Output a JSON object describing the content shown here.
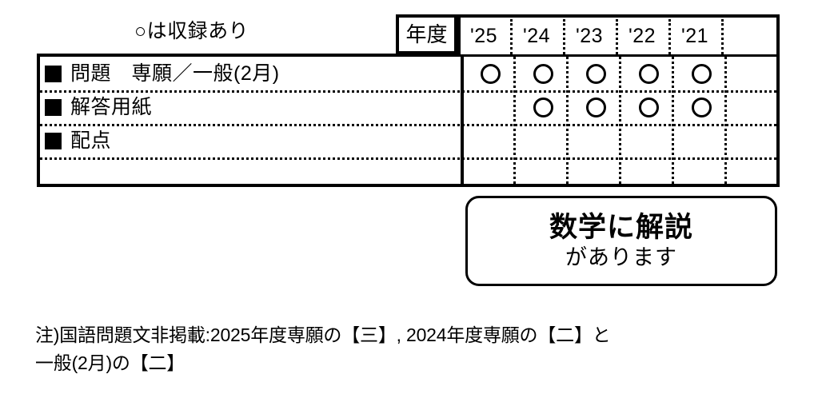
{
  "legend": {
    "caption": "○は収録あり"
  },
  "table": {
    "year_header_label": "年度",
    "year_columns": [
      "'25",
      "'24",
      "'23",
      "'22",
      "'21",
      ""
    ],
    "rows": [
      {
        "label": "問題　専願／一般(2月)",
        "marks": [
          "○",
          "○",
          "○",
          "○",
          "○",
          ""
        ]
      },
      {
        "label": "解答用紙",
        "marks": [
          "",
          "○",
          "○",
          "○",
          "○",
          ""
        ]
      },
      {
        "label": "配点",
        "marks": [
          "",
          "",
          "",
          "",
          "",
          ""
        ]
      },
      {
        "label": "",
        "marks": [
          "",
          "",
          "",
          "",
          "",
          ""
        ]
      }
    ]
  },
  "note_box": {
    "line1": "数学に解説",
    "line2": "があります"
  },
  "footnote": {
    "line1": "注)国語問題文非掲載:2025年度専願の【三】, 2024年度専願の【二】と",
    "line2": "一般(2月)の【二】"
  },
  "colors": {
    "ink": "#000000",
    "paper": "#ffffff"
  }
}
